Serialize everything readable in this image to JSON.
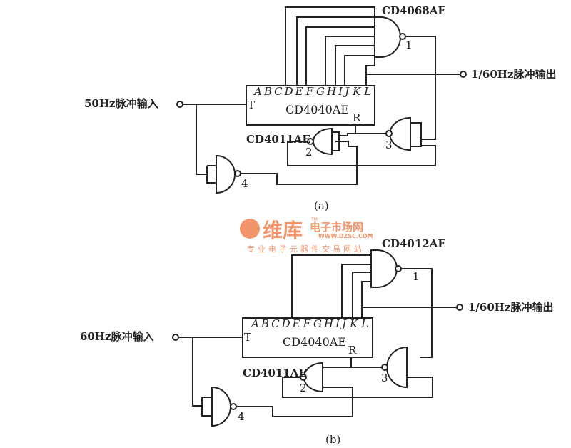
{
  "watermark": {
    "brand": "维库",
    "brand_suffix": "电子市场网",
    "tm": "TM",
    "url": "WWW.DZSC.COM",
    "tagline": "专业电子元器件交易网站",
    "color": "#f2956d"
  },
  "circuit_a": {
    "caption": "(a)",
    "input_label": "50Hz脉冲输入",
    "output_label": "1/60Hz脉冲输出",
    "decoder_chip": "CD4068AE",
    "counter_chip": "CD4040AE",
    "gate_chip": "CD4011AE",
    "counter_pins": [
      "A",
      "B",
      "C",
      "D",
      "E",
      "F",
      "G",
      "H",
      "I",
      "J",
      "K",
      "L"
    ],
    "clock_pin": "T",
    "reset_pin": "R",
    "gate_numbers": [
      "1",
      "2",
      "3",
      "4"
    ]
  },
  "circuit_b": {
    "caption": "(b)",
    "input_label": "60Hz脉冲输入",
    "output_label": "1/60Hz脉冲输出",
    "decoder_chip": "CD4012AE",
    "counter_chip": "CD4040AE",
    "gate_chip": "CD4011AE",
    "counter_pins": [
      "A",
      "B",
      "C",
      "D",
      "E",
      "F",
      "G",
      "H",
      "I",
      "J",
      "K",
      "L"
    ],
    "clock_pin": "T",
    "reset_pin": "R",
    "gate_numbers": [
      "1",
      "2",
      "3",
      "4"
    ]
  }
}
